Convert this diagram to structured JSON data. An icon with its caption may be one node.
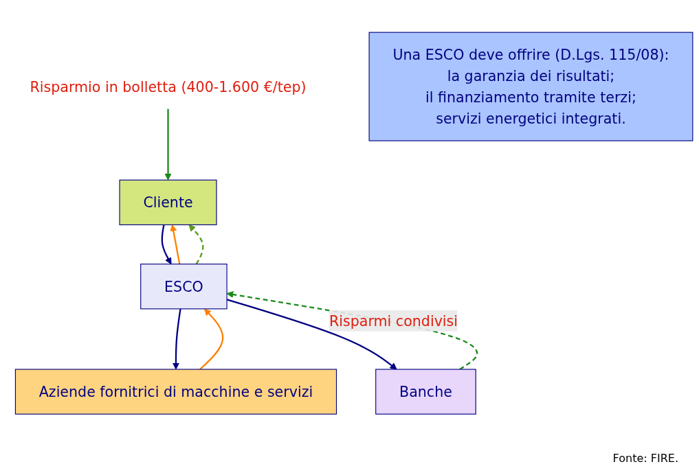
{
  "diagram": {
    "nodes": [
      {
        "text": [
          "Risparmio in bolletta (400-1.600 €/tep)"
        ]
      },
      {
        "text": [
          "Cliente"
        ]
      },
      {
        "text": [
          "Aziende fornitrici di macchine  e servizi"
        ]
      },
      {
        "text": [
          "ESCO"
        ]
      },
      {
        "text": [
          "Banche"
        ]
      },
      {
        "text": [
          "Una ESCO deve offrire (D.Lgs. 115/08):",
          "la garanzia dei risultati;",
          "il finanziamento tramite terzi;",
          "servizi energetici integrati."
        ]
      }
    ],
    "edges": [
      {
        "from": 0,
        "to": 1,
        "arrow": "to",
        "color": "#1a8a1a"
      },
      {
        "from": 3,
        "to": 1,
        "arrow": "to",
        "color": "#ff8000"
      },
      {
        "from": 3,
        "to": 1,
        "arrow": "to",
        "style": "dashed",
        "color": "#5a9a1a"
      },
      {
        "from": 1,
        "to": 3,
        "arrow": "to",
        "color": "#000080"
      },
      {
        "from": 2,
        "to": 3,
        "arrow": "to",
        "color": "#ff8000"
      },
      {
        "from": 3,
        "to": 2,
        "arrow": "to",
        "color": "#000080"
      },
      {
        "from": 4,
        "to": 3,
        "arrow": "to",
        "style": "dashed",
        "color": "#1a8a1a",
        "label": "Risparmi condivisi"
      },
      {
        "from": 3,
        "to": 4,
        "arrow": "to",
        "color": "#000080"
      }
    ],
    "labels": [
      "Fonte: FIRE."
    ]
  }
}
